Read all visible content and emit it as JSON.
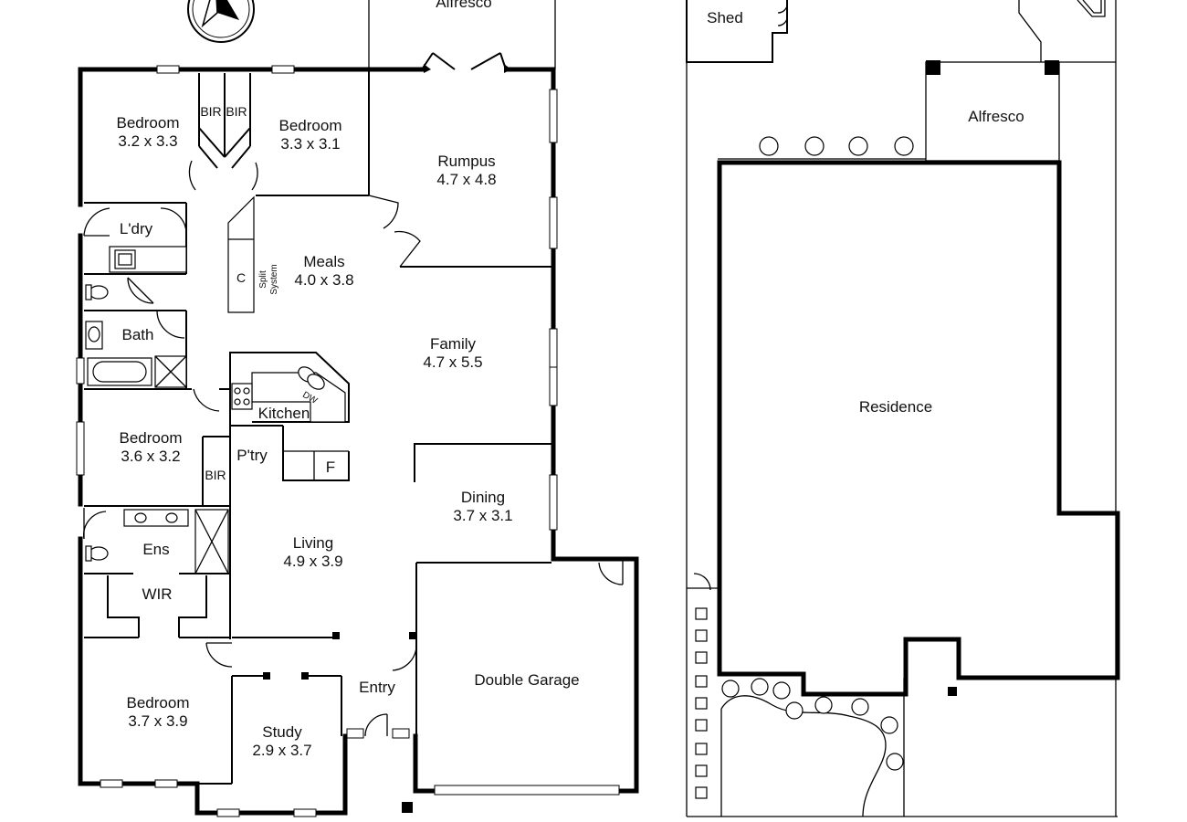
{
  "floor_plan": {
    "rooms": {
      "alfresco_top": "Alfresco",
      "bedroom_nw": {
        "name": "Bedroom",
        "size": "3.2 x 3.3"
      },
      "bir_1": "BIR",
      "bir_2": "BIR",
      "bedroom_n": {
        "name": "Bedroom",
        "size": "3.3 x 3.1"
      },
      "rumpus": {
        "name": "Rumpus",
        "size": "4.7 x 4.8"
      },
      "laundry": "L'dry",
      "meals": {
        "name": "Meals",
        "size": "4.0 x 3.8"
      },
      "cupboard": "C",
      "split_system_1": "Split",
      "split_system_2": "System",
      "bath": "Bath",
      "family": {
        "name": "Family",
        "size": "4.7 x 5.5"
      },
      "kitchen": "Kitchen",
      "dishwasher": "DW",
      "bedroom_w": {
        "name": "Bedroom",
        "size": "3.6 x 3.2"
      },
      "pantry": "P'try",
      "fridge": "F",
      "bir_3": "BIR",
      "dining": {
        "name": "Dining",
        "size": "3.7 x 3.1"
      },
      "ensuite": "Ens",
      "living": {
        "name": "Living",
        "size": "4.9 x 3.9"
      },
      "wir": "WIR",
      "entry": "Entry",
      "double_garage": "Double Garage",
      "bedroom_sw": {
        "name": "Bedroom",
        "size": "3.7 x 3.9"
      },
      "study": {
        "name": "Study",
        "size": "2.9 x 3.7"
      }
    }
  },
  "site_plan": {
    "shed": "Shed",
    "alfresco": "Alfresco",
    "residence": "Residence"
  }
}
